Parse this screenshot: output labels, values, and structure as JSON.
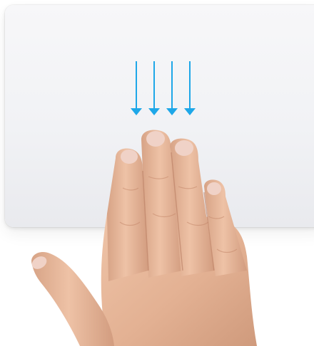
{
  "gesture": {
    "name": "four-finger-swipe-down",
    "finger_count": 4,
    "direction": "down"
  },
  "colors": {
    "arrow": "#1ea7e8",
    "trackpad_top": "#f7f7f9",
    "trackpad_bottom": "#e9eaee",
    "skin": "#e5b698",
    "skin_shadow": "#c98f72",
    "nail": "#f0d2c7"
  }
}
